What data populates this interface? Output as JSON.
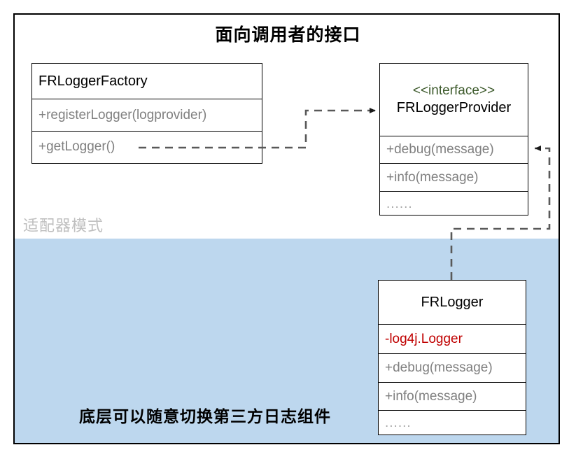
{
  "diagram": {
    "title": "面向调用者的接口",
    "adapter_label": "适配器模式",
    "bottom_caption": "底层可以随意切换第三方日志组件",
    "colors": {
      "lower_panel_fill": "#bdd7ee",
      "border": "#000000",
      "member_text": "#808080",
      "stereotype_text": "#3f5c2e",
      "attribute_red": "#c00000",
      "watermark_gray": "#bfbfbf"
    }
  },
  "classes": {
    "factory": {
      "name": "FRLoggerFactory",
      "members": [
        "+registerLogger(logprovider)",
        "+getLogger()"
      ]
    },
    "provider": {
      "stereotype": "<<interface>>",
      "name": "FRLoggerProvider",
      "members": [
        "+debug(message)",
        "+info(message)",
        "......"
      ]
    },
    "logger": {
      "name": "FRLogger",
      "attribute": "-log4j.Logger",
      "members": [
        "+debug(message)",
        "+info(message)",
        "......"
      ]
    }
  },
  "connectors": [
    {
      "name": "factory-uses-provider",
      "from": "FRLoggerFactory.+getLogger()",
      "to": "FRLoggerProvider",
      "style": "dashed",
      "arrow": "open-arrow-end"
    },
    {
      "name": "logger-implements-provider",
      "from": "FRLogger",
      "to": "FRLoggerProvider.+debug(message)",
      "style": "dashed",
      "arrow": "open-arrow-end"
    }
  ]
}
